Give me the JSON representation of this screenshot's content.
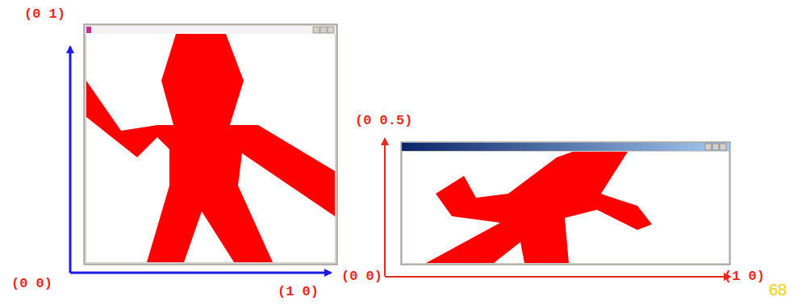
{
  "diagram": {
    "labels": [
      "(0 1)",
      "(0 0.5)",
      "(0 0)",
      "(1 0)",
      "(0 0)",
      "(1 0)",
      "68"
    ]
  }
}
